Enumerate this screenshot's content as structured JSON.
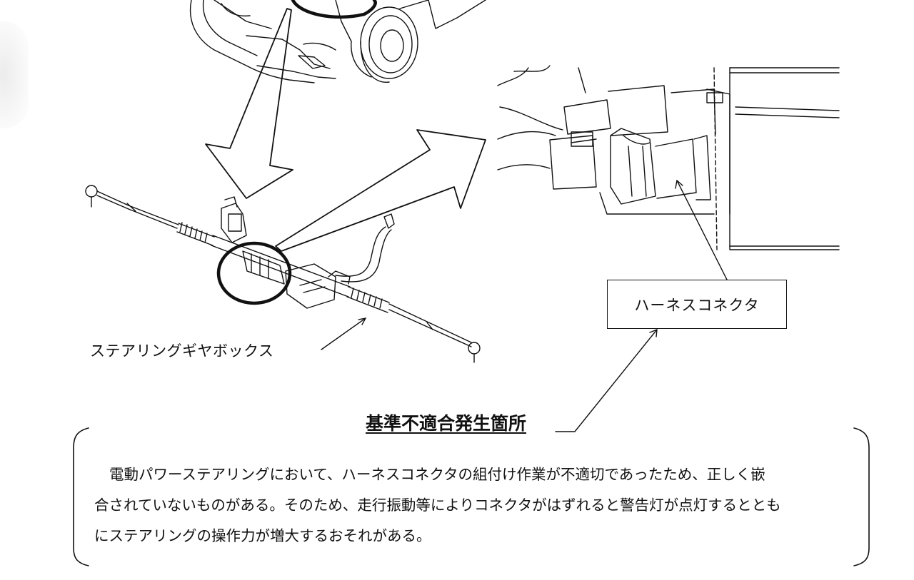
{
  "labels": {
    "steering_gearbox": "ステアリングギヤボックス",
    "harness_connector": "ハーネスコネクタ",
    "defect_location": "基準不適合発生箇所"
  },
  "description": {
    "line1": "電動パワーステアリングにおいて、ハーネスコネクタの組付け作業が不適切であったため、正しく嵌",
    "line2": "合されていないものがある。そのため、走行振動等によりコネクタがはずれると警告灯が点灯するととも",
    "line3": "にステアリングの操作力が増大するおそれがある。"
  },
  "colors": {
    "ink": "#111111",
    "background": "#ffffff"
  }
}
